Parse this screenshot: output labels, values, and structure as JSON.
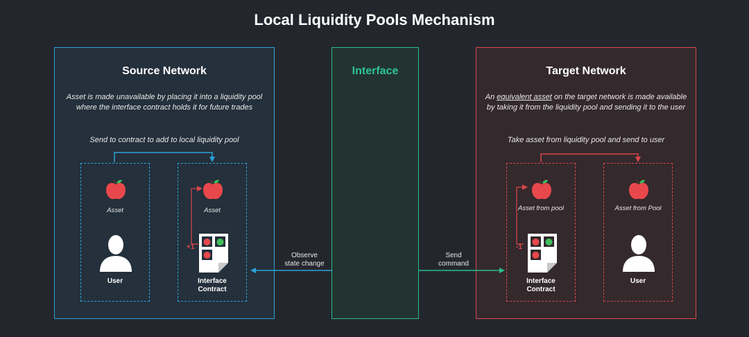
{
  "title": "Local Liquidity Pools Mechanism",
  "source": {
    "title": "Source Network",
    "description_line1": "Asset is made unavailable by placing it into a liquidity pool",
    "description_line2": "where the interface contract holds it for future trades",
    "flow_label": "Send to contract to add to local liquidity pool",
    "user_box": {
      "asset_label": "Asset",
      "name": "User"
    },
    "contract_box": {
      "asset_label": "Asset",
      "name_line1": "Interface",
      "name_line2": "Contract",
      "delta": "+1"
    }
  },
  "interface": {
    "title": "Interface"
  },
  "target": {
    "title": "Target Network",
    "description_prefix": "An ",
    "description_underlined": "equivalent asset",
    "description_suffix": " on the target network is made available",
    "description_line2": "by taking it from the liquidity pool and sending it to the user",
    "flow_label": "Take asset from liquidity pool and send to user",
    "contract_box": {
      "asset_label": "Asset from pool",
      "name_line1": "Interface",
      "name_line2": "Contract",
      "delta": "-1"
    },
    "user_box": {
      "asset_label": "Asset from Pool",
      "name": "User"
    }
  },
  "links": {
    "observe_line1": "Observe",
    "observe_line2": "state change",
    "send_line1": "Send",
    "send_line2": "command"
  },
  "colors": {
    "source": "#2ba3d8",
    "interface": "#2dbb8e",
    "target": "#d9474a",
    "apple": "#e8484b",
    "leaf": "#3fbf5a"
  }
}
